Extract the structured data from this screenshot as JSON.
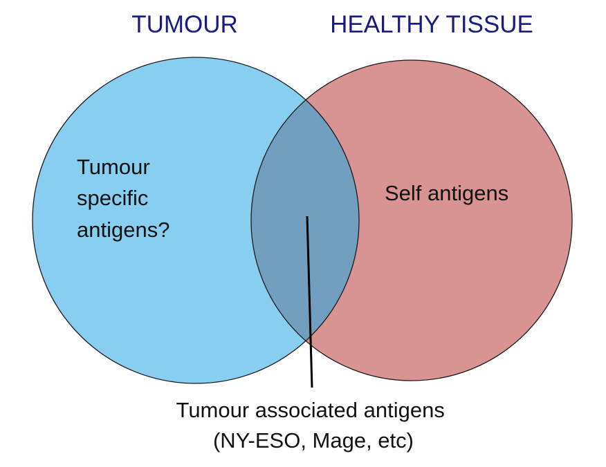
{
  "sets": [
    {
      "title": "TUMOUR",
      "fill_color": "#87CEF0"
    },
    {
      "title": "HEALTHY TISSUE",
      "fill_color": "#D99393"
    }
  ],
  "overlap": {
    "fill_color": "#729FC0",
    "caption_lines": [
      "Tumour associated antigens",
      "(NY-ESO, Mage, etc)"
    ]
  },
  "regions": {
    "tumour_only_lines": [
      "Tumour",
      "specific",
      "antigens?"
    ],
    "healthy_only": "Self antigens"
  },
  "colors": {
    "title_text": "#1A1A80",
    "outline": "#1a1a1a",
    "pointer_line": "#000000"
  }
}
